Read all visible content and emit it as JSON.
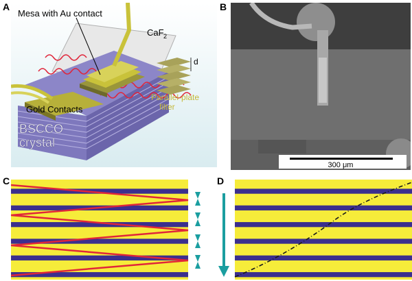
{
  "panels": {
    "a": {
      "letter": "A",
      "label_mesa": "Mesa with Au contact",
      "label_caf_main": "CaF",
      "label_caf_sub": "2",
      "label_d": "d",
      "label_filter_1": "Parallel-plate",
      "label_filter_2": "filter",
      "label_gold": "Gold Contacts",
      "label_crystal_1": "BSCCO",
      "label_crystal_2": "crystal"
    },
    "b": {
      "letter": "B",
      "scalebar_label": "300 μm"
    },
    "c": {
      "letter": "C"
    },
    "d": {
      "letter": "D"
    }
  },
  "colors": {
    "stripe_yellow": "#f6ec3a",
    "stripe_blue": "#3b2f8e",
    "wave_red": "#e0253a",
    "arrow_teal": "#1a9ea0",
    "gold": "#c9c23a",
    "crystal_purple": "#8c86c8"
  }
}
